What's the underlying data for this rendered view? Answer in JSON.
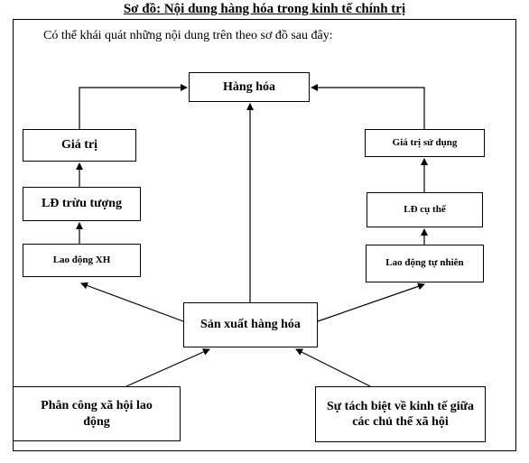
{
  "title": "Sơ đồ: Nội dung hàng hóa trong kinh tế chính trị",
  "intro": "Có thể khái quát những nội dung trên theo sơ đồ sau đây:",
  "nodes": {
    "hang_hoa": "Hàng hóa",
    "gia_tri": "Giá trị",
    "ld_truu_tuong": "LĐ trừu tượng",
    "lao_dong_xh": "Lao động XH",
    "gia_tri_su_dung": "Giá trị sử dụng",
    "ld_cu_the": "LĐ cụ thể",
    "lao_dong_tu_nhien": "Lao động tự nhiên",
    "san_xuat_hang_hoa": "Sản xuất hàng hóa",
    "phan_cong": "Phân công xã hội lao động",
    "su_tach_biet": "Sự tách biệt về kinh tế giữa các chủ thể xã hội"
  }
}
